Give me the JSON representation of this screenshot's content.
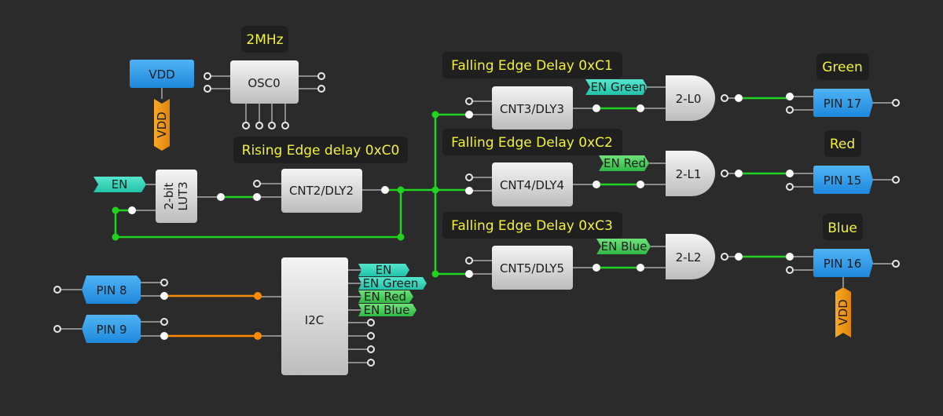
{
  "canvas": {
    "background": "#2b2b2b"
  },
  "colors": {
    "label_text": "#f2f23a",
    "wire_active": "#1fd31f",
    "wire_i2c": "#ff8a00",
    "pin_block": "#2e9de8",
    "vdd_tag": "#f0960e",
    "net_tag_teal": "#2fd6bd",
    "net_tag_green": "#3fcf57"
  },
  "labels": {
    "osc_freq": "2MHz",
    "rising_delay": "Rising Edge delay 0xC0",
    "falling_delay_1": "Falling Edge Delay 0xC1",
    "falling_delay_2": "Falling Edge Delay 0xC2",
    "falling_delay_3": "Falling Edge Delay 0xC3",
    "green": "Green",
    "red": "Red",
    "blue": "Blue"
  },
  "blocks": {
    "vdd": "VDD",
    "vdd_tag": "VDD",
    "osc": "OSC0",
    "lut_line1": "2-bit",
    "lut_line2": "LUT3",
    "cnt2": "CNT2/DLY2",
    "cnt3": "CNT3/DLY3",
    "cnt4": "CNT4/DLY4",
    "cnt5": "CNT5/DLY5",
    "gate0": "2-L0",
    "gate1": "2-L1",
    "gate2": "2-L2",
    "pin17": "PIN 17",
    "pin15": "PIN 15",
    "pin16": "PIN 16",
    "pin16_vdd": "VDD",
    "pin8": "PIN 8",
    "pin9": "PIN 9",
    "i2c": "I2C"
  },
  "net_tags": {
    "en_input": "EN",
    "en_green_input": "EN Green",
    "en_red_input": "EN Red",
    "en_blue_input": "EN Blue",
    "i2c_en": "EN",
    "i2c_en_green": "EN Green",
    "i2c_en_red": "EN Red",
    "i2c_en_blue": "EN Blue"
  }
}
